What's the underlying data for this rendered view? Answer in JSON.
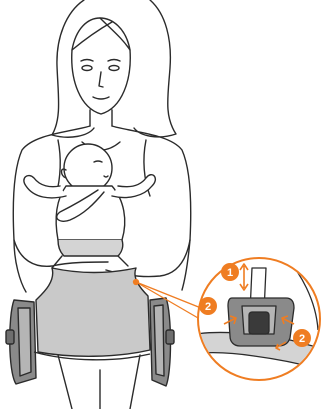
{
  "figure": {
    "subject": "parent-carrying-baby-in-carrier",
    "inset": "buckle-detail"
  },
  "badges": [
    {
      "number": "1",
      "action": "pull-strap"
    },
    {
      "number": "2",
      "action": "squeeze-buckle-left"
    },
    {
      "number": "2",
      "action": "squeeze-buckle-right"
    }
  ],
  "colors": {
    "accent": "#ef7d22",
    "line": "#2b2b2b",
    "carrier_fill": "#c9c9c9",
    "panel_fill": "#d4d4d4",
    "strap_dark": "#8a8a8a"
  }
}
